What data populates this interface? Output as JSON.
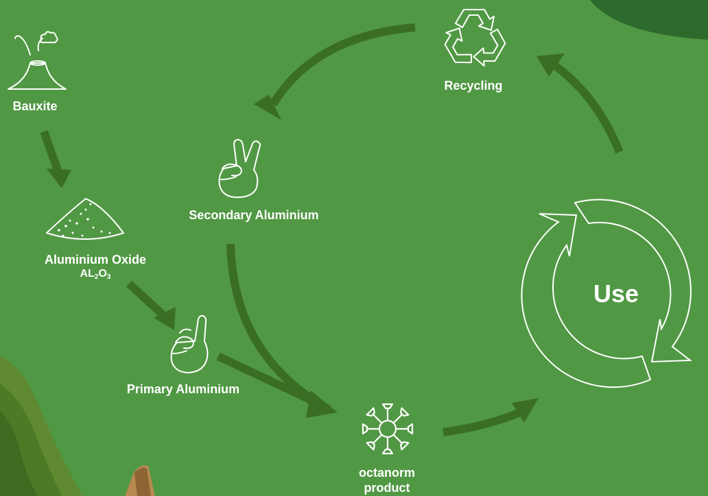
{
  "diagram": {
    "nodes": {
      "bauxite": "Bauxite",
      "aluminium_oxide": "Aluminium Oxide",
      "aluminium_oxide_formula": "AL2O3",
      "primary_aluminium": "Primary Aluminium",
      "secondary_aluminium": "Secondary Aluminium",
      "octanorm_product_line1": "octanorm",
      "octanorm_product_line2": "product",
      "use": "Use",
      "recycling": "Recycling"
    },
    "flows": [
      {
        "from": "Bauxite",
        "to": "Aluminium Oxide"
      },
      {
        "from": "Aluminium Oxide",
        "to": "Primary Aluminium"
      },
      {
        "from": "Primary Aluminium",
        "to": "octanorm product"
      },
      {
        "from": "Secondary Aluminium",
        "to": "octanorm product"
      },
      {
        "from": "octanorm product",
        "to": "Use"
      },
      {
        "from": "Use",
        "to": "Recycling"
      },
      {
        "from": "Recycling",
        "to": "Secondary Aluminium"
      }
    ]
  },
  "colors": {
    "background": "#519844",
    "arrow": "#3a6e25",
    "corner_blob": "#2e6a2b",
    "icon_stroke": "#ffffff",
    "text": "#ffffff"
  },
  "icons": [
    "volcano-icon",
    "powder-pile-icon",
    "one-finger-hand-icon",
    "two-finger-hand-icon",
    "octanorm-connector-icon",
    "cycle-arrows-icon",
    "recycling-icon"
  ]
}
